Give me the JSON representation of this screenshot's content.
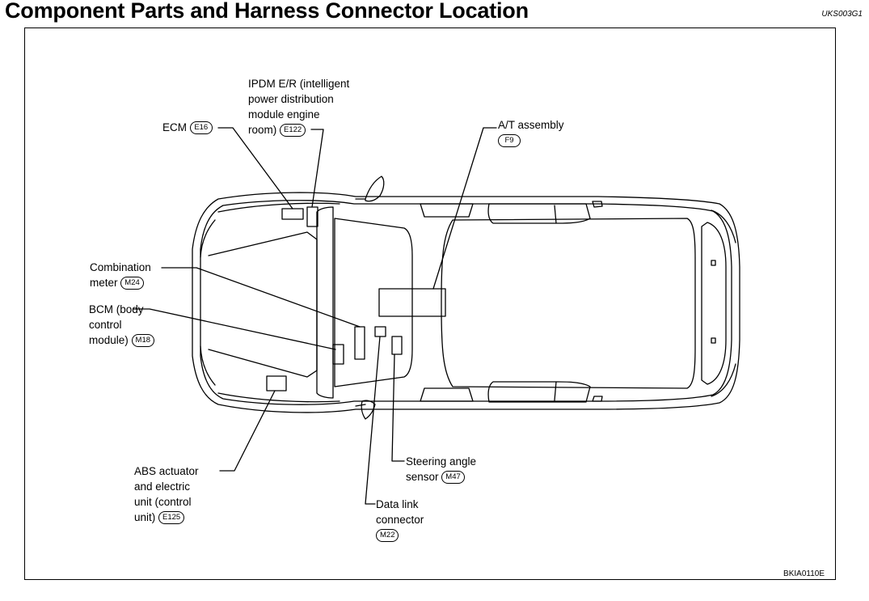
{
  "title": "Component Parts and Harness Connector Location",
  "doc_id": "UKS003G1",
  "figure_id": "BKIA0110E",
  "components": {
    "ecm": {
      "lines": [
        "ECM"
      ],
      "connector": "E16"
    },
    "ipdm": {
      "lines": [
        "IPDM E/R (intelligent",
        "power  distribution",
        "module engine",
        "room)"
      ],
      "connector": "E122"
    },
    "at_assembly": {
      "lines": [
        "A/T assembly"
      ],
      "connector": "F9"
    },
    "combination_meter": {
      "lines": [
        "Combination",
        "meter"
      ],
      "connector": "M24"
    },
    "bcm": {
      "lines": [
        "BCM (body",
        "control",
        "module)"
      ],
      "connector": "M18"
    },
    "abs": {
      "lines": [
        "ABS actuator",
        "and electric",
        "unit (control",
        "unit)"
      ],
      "connector": "E125"
    },
    "steering_angle_sensor": {
      "lines": [
        "Steering angle",
        "sensor"
      ],
      "connector": "M47"
    },
    "data_link_connector": {
      "lines": [
        "Data link",
        "connector"
      ],
      "connector": "M22"
    }
  }
}
